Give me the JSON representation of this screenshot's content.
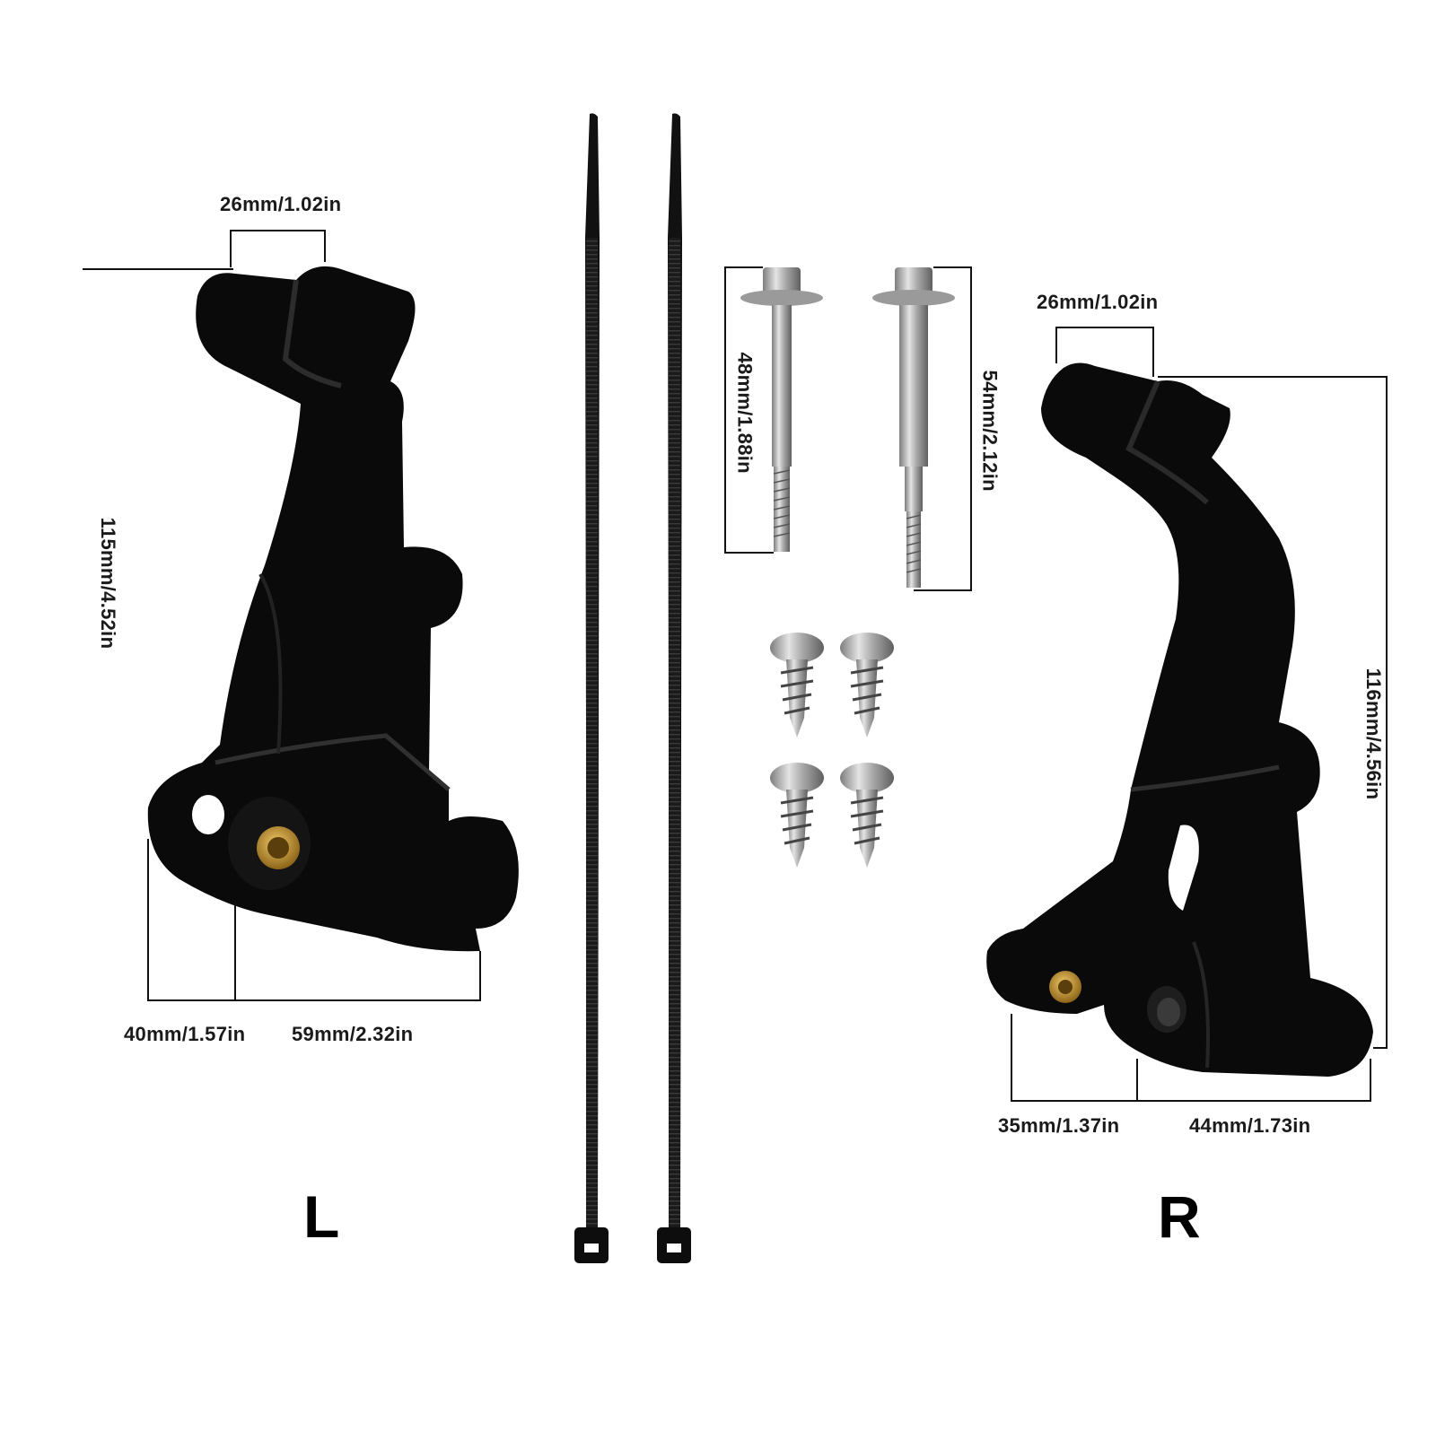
{
  "colors": {
    "part": "#0a0a0a",
    "metal": "#b9b9b9",
    "brass": "#c8982e",
    "line": "#111111"
  },
  "left_bracket": {
    "label": "L",
    "dim_top_width": "26mm/1.02in",
    "dim_height": "115mm/4.52in",
    "dim_base_left": "40mm/1.57in",
    "dim_base_right": "59mm/2.32in"
  },
  "right_bracket": {
    "label": "R",
    "dim_top_width": "26mm/1.02in",
    "dim_height": "116mm/4.56in",
    "dim_base_left": "35mm/1.37in",
    "dim_base_right": "44mm/1.73in"
  },
  "bolts": {
    "short_length": "48mm/1.88in",
    "long_length": "54mm/2.12in"
  },
  "screws": {
    "count": 4
  },
  "cable_ties": {
    "count": 2
  }
}
